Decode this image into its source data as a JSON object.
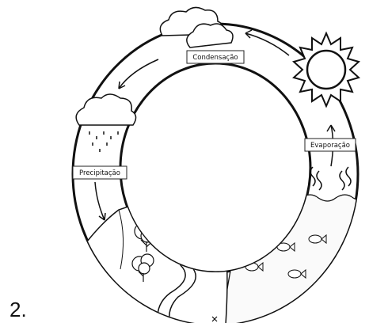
{
  "diagram": {
    "labels": {
      "condensacao": "Condensação",
      "precipitacao": "Precipitação",
      "evaporacao": "Evaporação"
    },
    "item_number": "2."
  }
}
